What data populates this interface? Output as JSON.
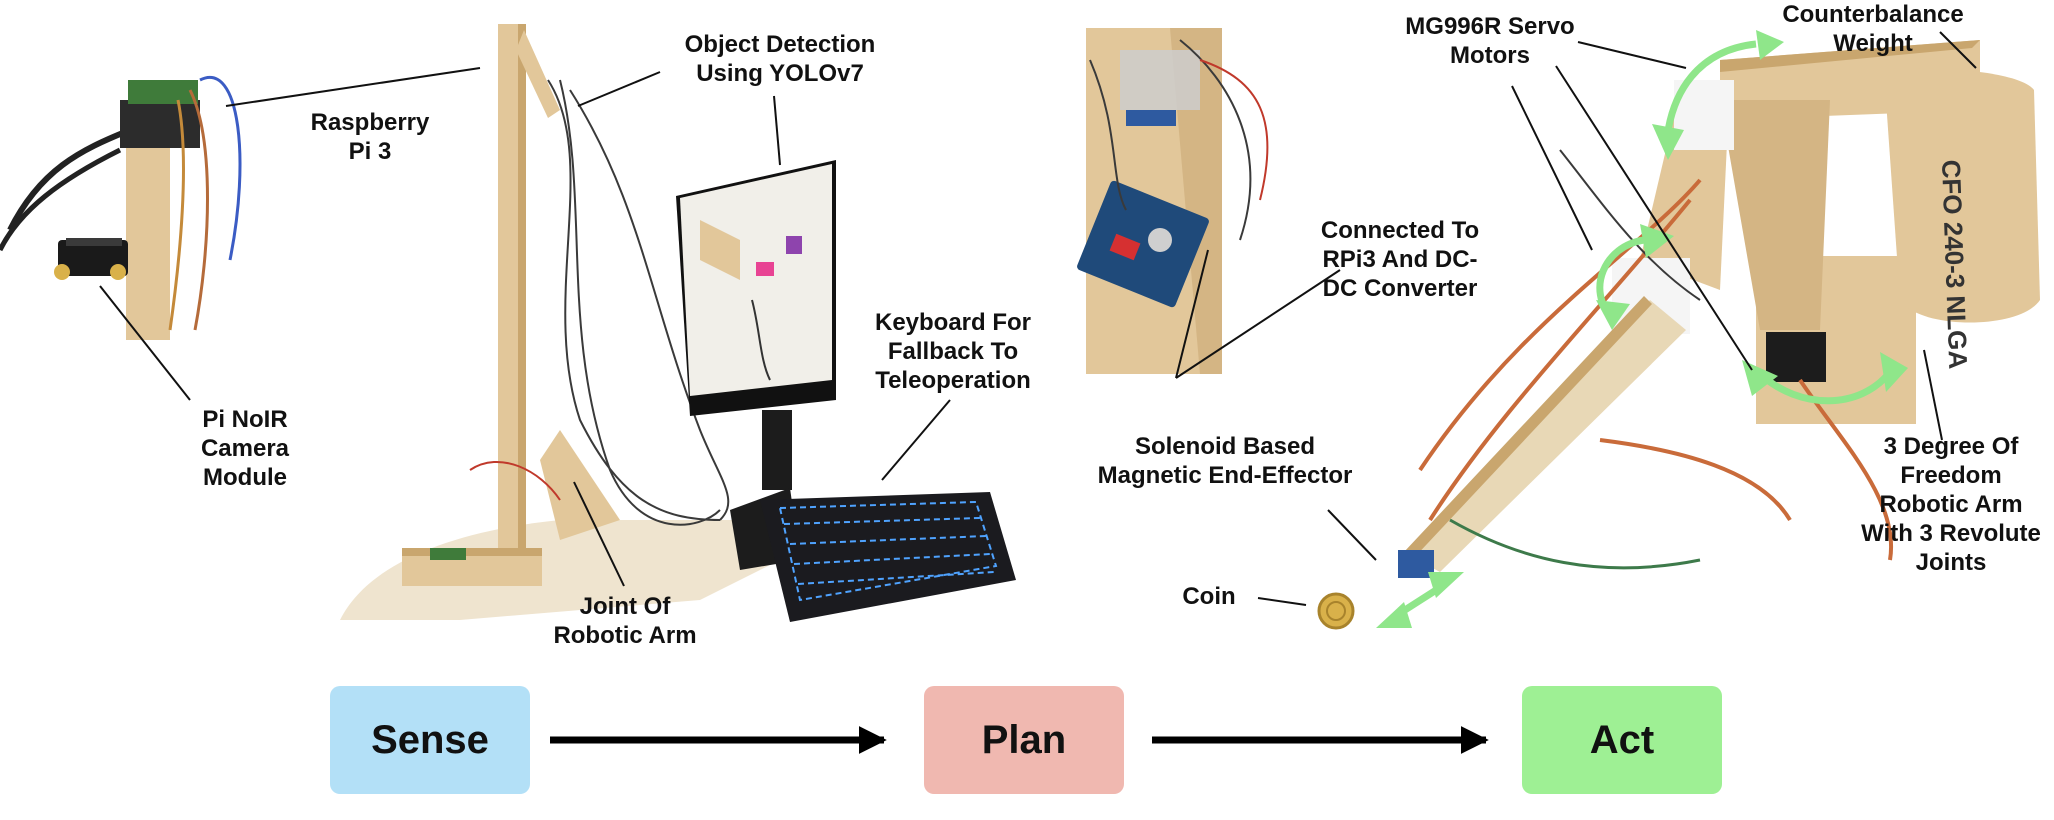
{
  "labels": {
    "raspberry_pi": "Raspberry\nPi 3",
    "object_detection": "Object Detection\nUsing YOLOv7",
    "camera_module": "Pi NoIR\nCamera\nModule",
    "joint": "Joint Of\nRobotic Arm",
    "keyboard": "Keyboard For\nFallback To\nTeleoperation",
    "connected": "Connected To\nRPi3 And DC-\nDC Converter",
    "solenoid": "Solenoid Based\nMagnetic End-Effector",
    "servo": "MG996R Servo\nMotors",
    "counterbalance": "Counterbalance\nWeight",
    "dof": "3 Degree Of\nFreedom\nRobotic Arm\nWith 3 Revolute\nJoints",
    "coin": "Coin"
  },
  "stages": [
    {
      "label": "Sense",
      "color": "#b3e0f7"
    },
    {
      "label": "Plan",
      "color": "#f0b8b0"
    },
    {
      "label": "Act",
      "color": "#9ef094"
    }
  ],
  "colors": {
    "wood": "#e2c79a",
    "wood_dark": "#c9a66e",
    "arrow_green": "#8fe68a",
    "pcb_blue": "#1f4a7a",
    "keyboard": "#1b1b1f",
    "key_glow": "#4fa3ff"
  }
}
